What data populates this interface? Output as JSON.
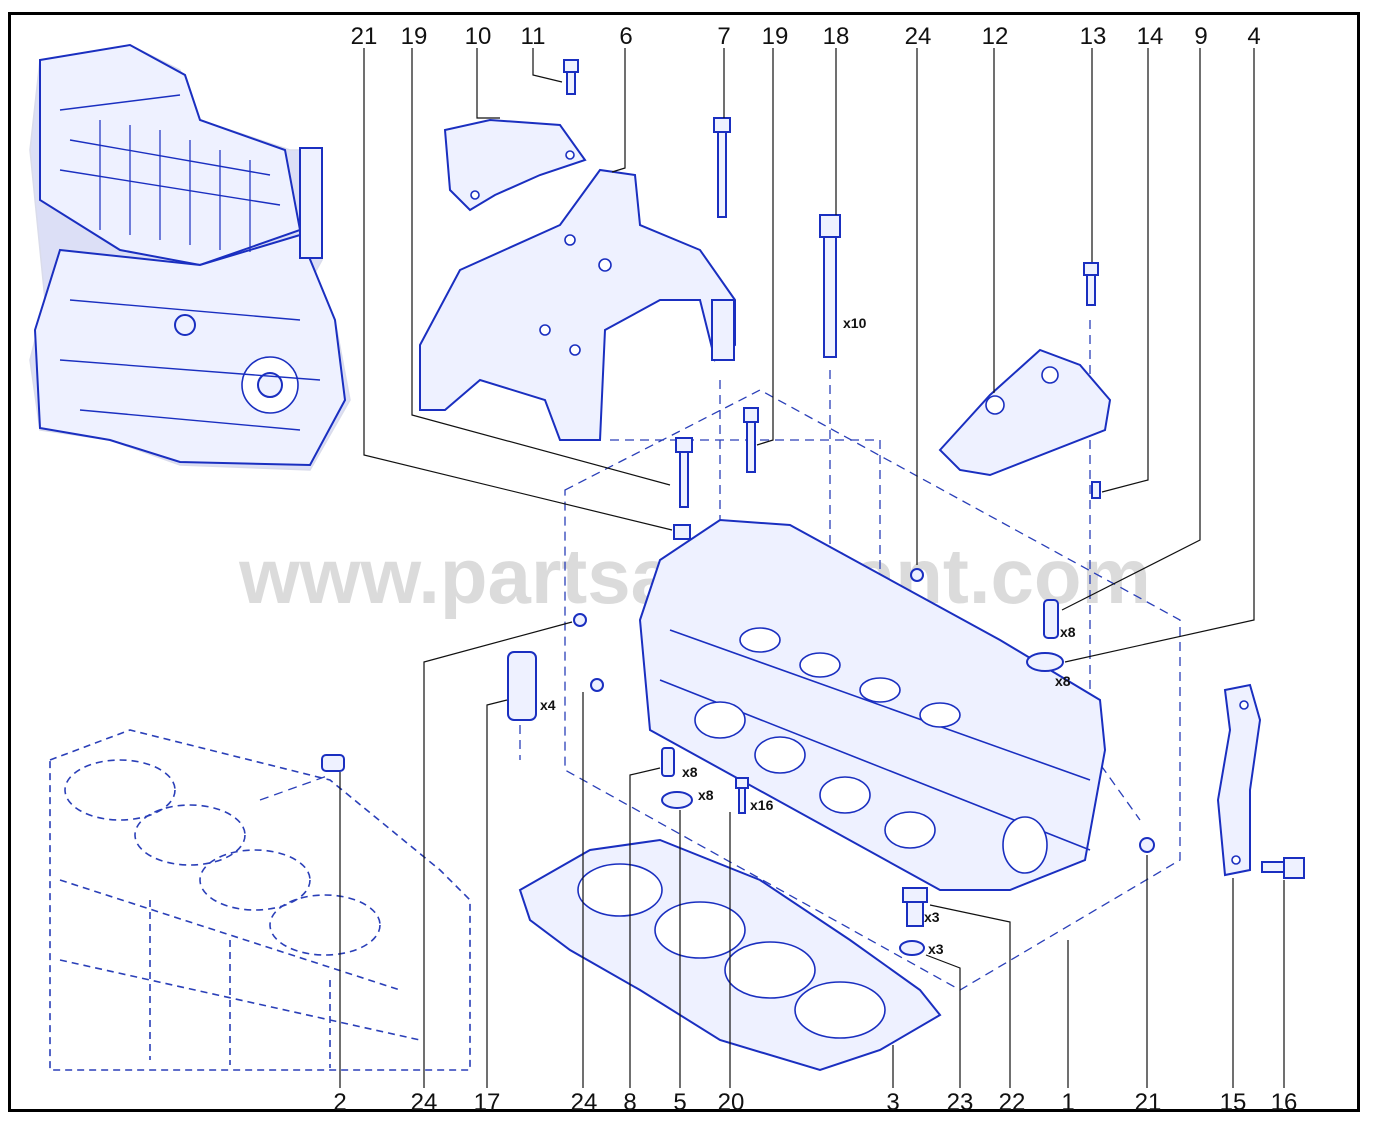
{
  "watermark": "www.partsassistant.com",
  "callouts_top": [
    "21",
    "19",
    "10",
    "11",
    "6",
    "7",
    "19",
    "18",
    "24",
    "12",
    "13",
    "14",
    "9",
    "4"
  ],
  "callouts_bottom": [
    "2",
    "24",
    "17",
    "24",
    "8",
    "5",
    "20",
    "3",
    "23",
    "22",
    "1",
    "21",
    "15",
    "16"
  ],
  "quantities": {
    "bolt_18": "x10",
    "dowel_17": "x4",
    "seal_9": "x8",
    "ring_4": "x8",
    "guide_8": "x8",
    "ring_5": "x8",
    "bolt_20": "x16",
    "plug_22": "x3",
    "washer_23": "x3"
  },
  "colors": {
    "line": "#1a2fc0",
    "fill": "#eef1ff",
    "label": "#111111"
  },
  "icons": [
    "engine-assembly-thumbnail",
    "cylinder-block-outline",
    "cylinder-head",
    "head-gasket"
  ]
}
